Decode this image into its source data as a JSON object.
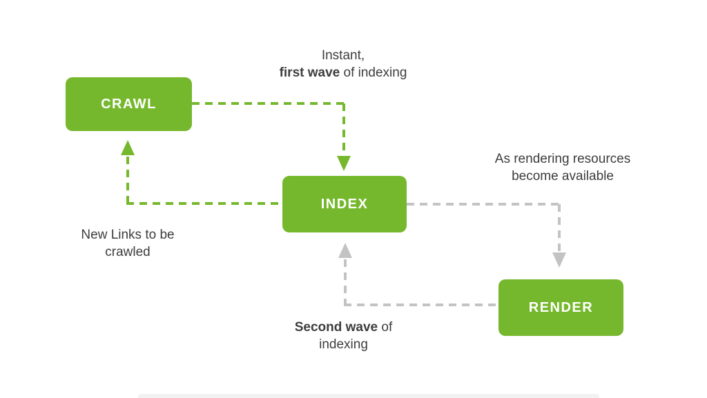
{
  "nodes": {
    "crawl": {
      "label": "CRAWL"
    },
    "index": {
      "label": "INDEX"
    },
    "render": {
      "label": "RENDER"
    }
  },
  "annotations": {
    "first_wave": {
      "line1": "Instant,",
      "line2_bold": "first wave",
      "line2_rest": " of indexing"
    },
    "rendering_resources": {
      "line1": "As rendering resources",
      "line2": "become available"
    },
    "new_links": {
      "line1": "New Links to be",
      "line2": "crawled"
    },
    "second_wave": {
      "line1_bold": "Second wave",
      "line1_rest": " of",
      "line2": "indexing"
    }
  },
  "colors": {
    "green": "#76b82d",
    "gray": "#c3c3c3",
    "text": "#3d3d3d",
    "node_text": "#ffffff",
    "background": "#ffffff",
    "footer_bar": "#f2f2f2"
  }
}
